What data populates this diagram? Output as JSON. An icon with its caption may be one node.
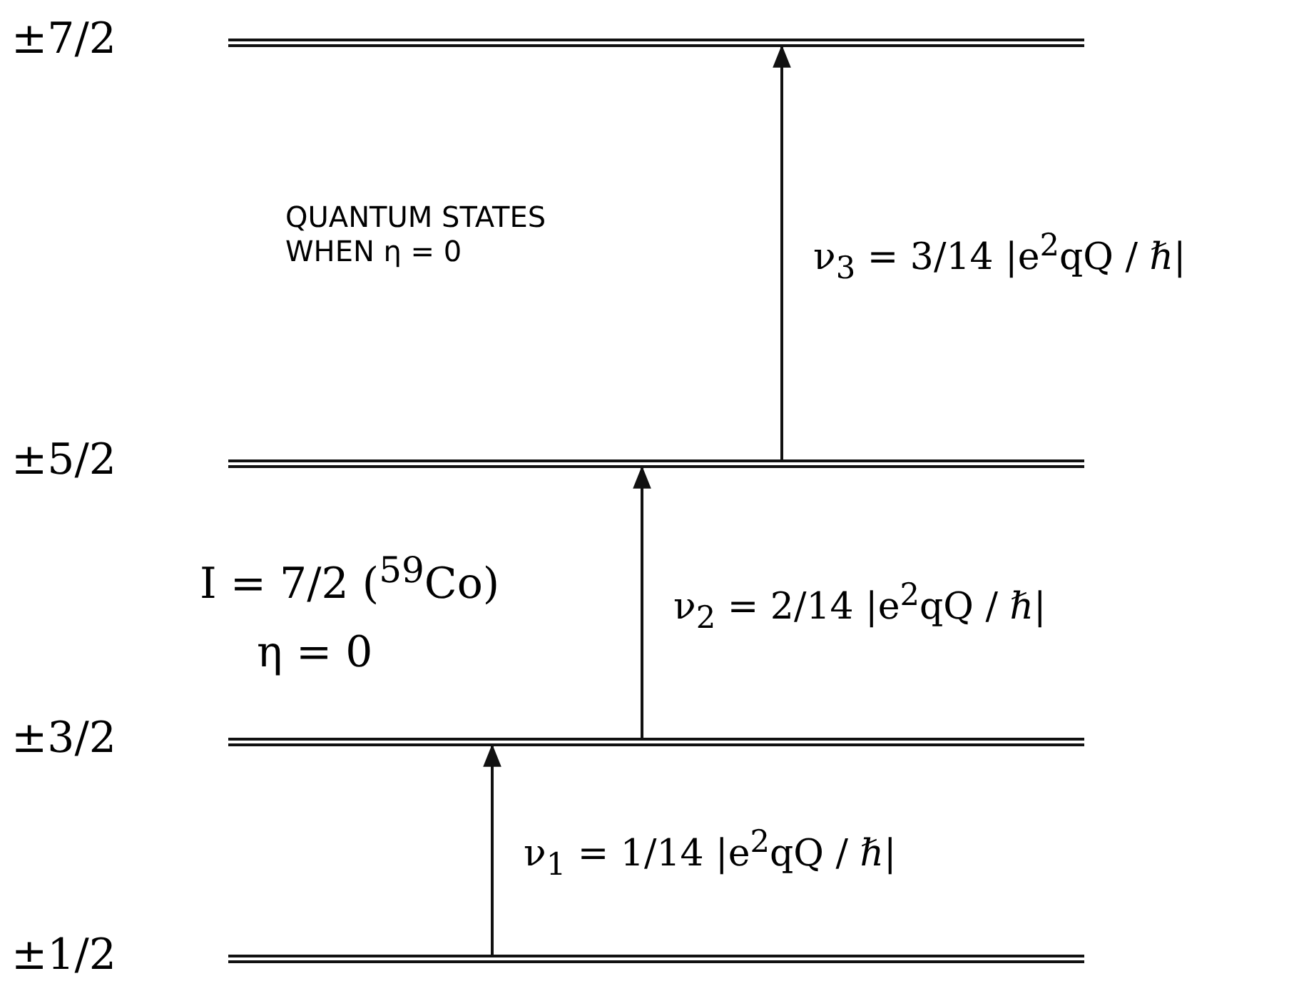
{
  "diagram": {
    "nodes": [
      {
        "text": [],
        "shape": "bar",
        "beside": [
          "±7/2"
        ]
      },
      {
        "text": [],
        "shape": "bar",
        "beside": [
          "±5/2"
        ]
      },
      {
        "text": [],
        "shape": "bar",
        "beside": [
          "±3/2"
        ]
      },
      {
        "text": [],
        "shape": "bar",
        "beside": [
          "±1/2"
        ]
      }
    ],
    "edges": [
      {
        "from": 1,
        "to": 0,
        "arrow": "to",
        "label": "ν$_{3}$ = 3/14 |e$^{2}$qQ / ℏ|"
      },
      {
        "from": 2,
        "to": 1,
        "arrow": "to",
        "label": "ν$_{2}$ = 2/14 |e$^{2}$qQ / ℏ|"
      },
      {
        "from": 3,
        "to": 2,
        "arrow": "to",
        "label": "ν$_{1}$ = 1/14 |e$^{2}$qQ / ℏ|"
      }
    ],
    "labels": [
      "QUANTUM STATES WHEN η = 0",
      "I = 7/2 ($^{59}$Co)",
      "η = 0"
    ]
  }
}
